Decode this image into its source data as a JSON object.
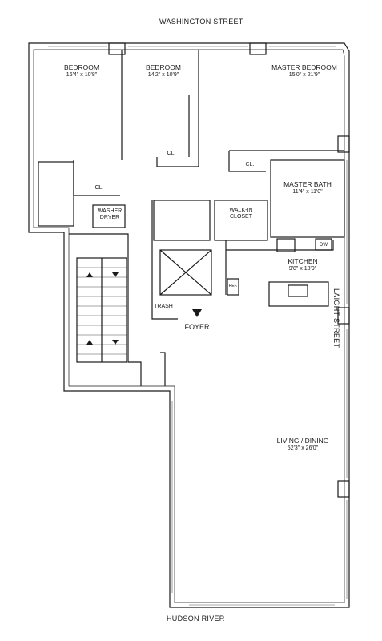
{
  "streets": {
    "north": "WASHINGTON STREET",
    "south": "HUDSON RIVER",
    "east": "LAIGHT STREET"
  },
  "rooms": {
    "bedroom1": {
      "name": "BEDROOM",
      "dims": "16'4\" x 10'8\""
    },
    "bedroom2": {
      "name": "BEDROOM",
      "dims": "14'2\" x 10'9\""
    },
    "master_bedroom": {
      "name": "MASTER BEDROOM",
      "dims": "15'0\" x 21'9\""
    },
    "master_bath": {
      "name": "MASTER BATH",
      "dims": "11'4\" x 11'0\""
    },
    "kitchen": {
      "name": "KITCHEN",
      "dims": "9'8\" x 18'9\""
    },
    "living_dining": {
      "name": "LIVING / DINING",
      "dims": "52'3\" x 26'0\""
    }
  },
  "labels": {
    "closet1": "CL.",
    "closet2": "CL.",
    "closet3": "CL.",
    "washer": "WASHER",
    "dryer": "DRYER",
    "walkin1": "WALK-IN",
    "walkin2": "CLOSET",
    "trash": "TRASH",
    "foyer": "FOYER",
    "dw": "DW",
    "ref": "REF."
  },
  "colors": {
    "wall": "#1a1a1a",
    "window": "#555555"
  }
}
